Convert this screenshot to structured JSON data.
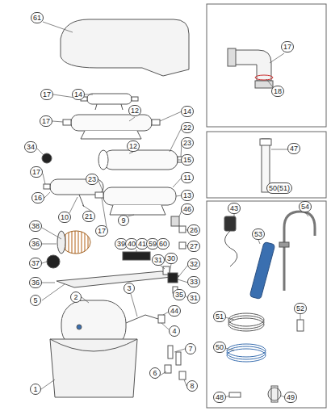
{
  "diagram": {
    "labels": [
      "61",
      "17",
      "18",
      "17",
      "14",
      "12",
      "17",
      "14",
      "22",
      "12",
      "34",
      "23",
      "15",
      "17",
      "11",
      "23",
      "16",
      "13",
      "10",
      "21",
      "46",
      "9",
      "26",
      "27",
      "38",
      "17",
      "36",
      "37",
      "39",
      "40",
      "41",
      "59",
      "60",
      "30",
      "31",
      "32",
      "36",
      "5",
      "33",
      "35",
      "31",
      "3",
      "2",
      "44",
      "4",
      "7",
      "6",
      "8",
      "1",
      "47",
      "50(51)",
      "43",
      "54",
      "53",
      "51",
      "52",
      "50",
      "48",
      "49"
    ]
  }
}
